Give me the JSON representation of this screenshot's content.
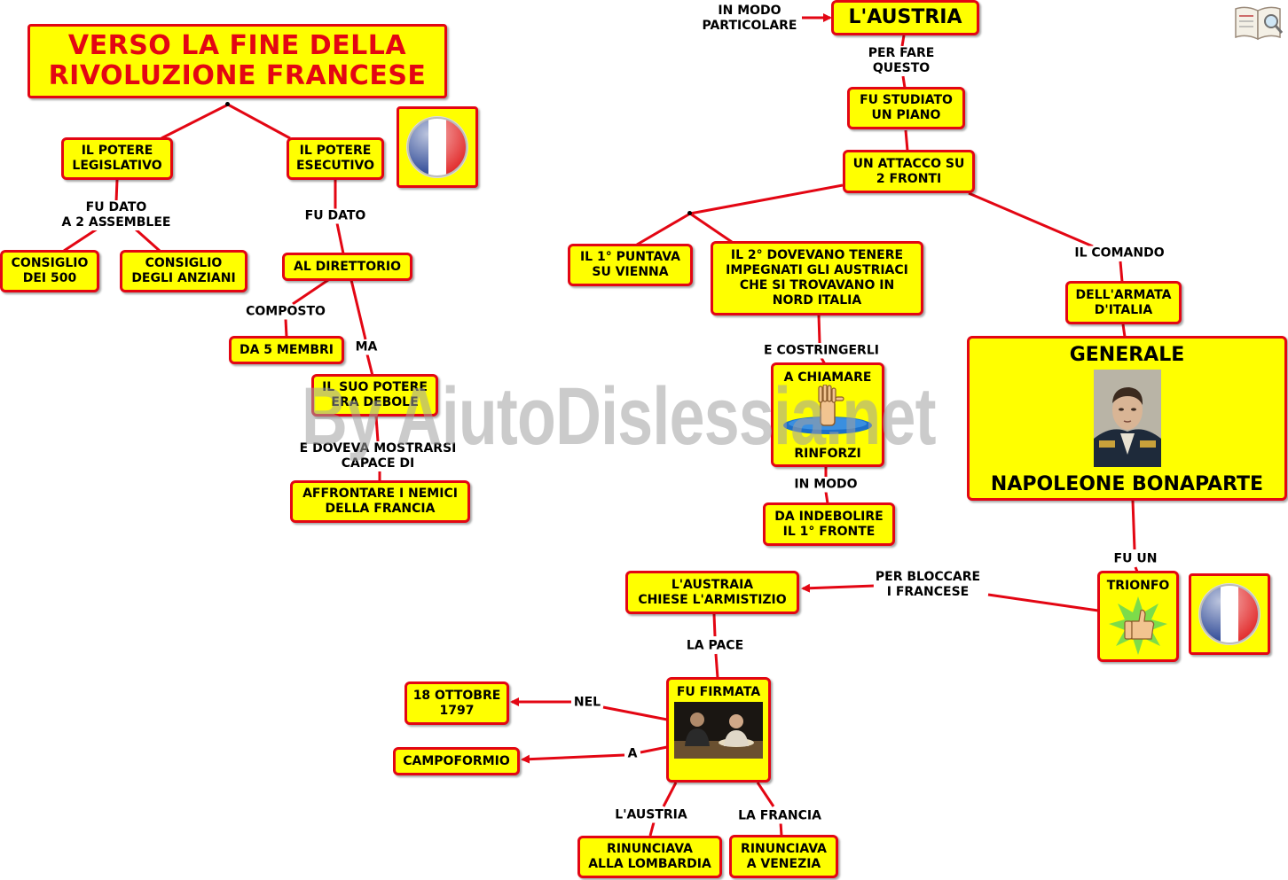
{
  "title": "VERSO LA FINE DELLA\nRIVOLUZIONE FRANCESE",
  "watermark": "By AiutoDislessia.net",
  "nodes": {
    "potere_legislativo": "IL POTERE\nLEGISLATIVO",
    "potere_esecutivo": "IL POTERE\nESECUTIVO",
    "consiglio_500": "CONSIGLIO\nDEI 500",
    "consiglio_anziani": "CONSIGLIO\nDEGLI ANZIANI",
    "direttorio": "AL DIRETTORIO",
    "cinque_membri": "DA 5 MEMBRI",
    "potere_debole": "IL SUO POTERE\nERA DEBOLE",
    "affrontare_nemici": "AFFRONTARE I NEMICI\nDELLA FRANCIA",
    "austria": "L'AUSTRIA",
    "studiato_piano": "FU STUDIATO\nUN PIANO",
    "attacco_due_fronti": "UN ATTACCO SU\n2 FRONTI",
    "puntava_vienna": "IL 1° PUNTAVA\nSU VIENNA",
    "secondo_fronte": "IL 2° DOVEVANO TENERE\nIMPEGNATI GLI AUSTRIACI\nCHE SI TROVAVANO IN\nNORD ITALIA",
    "chiamare_top": "A CHIAMARE",
    "chiamare_bottom": "RINFORZI",
    "indebolire": "DA INDEBOLIRE\nIL 1° FRONTE",
    "armata_italia": "DELL'ARMATA\nD'ITALIA",
    "generale_top": "GENERALE",
    "generale_bottom": "NAPOLEONE BONAPARTE",
    "trionfo": "TRIONFO",
    "armistizio": "L'AUSTRAIA\nCHIESE L'ARMISTIZIO",
    "fu_firmata": "FU FIRMATA",
    "data_ottobre": "18 OTTOBRE\n1797",
    "campoformio": "CAMPOFORMIO",
    "lombardia": "RINUNCIAVA\nALLA LOMBARDIA",
    "venezia": "RINUNCIAVA\nA VENEZIA"
  },
  "links": {
    "fu_dato_2_assemblee": "FU DATO\nA 2 ASSEMBLEE",
    "fu_dato": "FU DATO",
    "composto": "COMPOSTO",
    "ma": "MA",
    "doveva_mostrarsi": "E DOVEVA MOSTRARSI\nCAPACE DI",
    "in_modo_particolare": "IN MODO\nPARTICOLARE",
    "per_fare_questo": "PER FARE\nQUESTO",
    "il_comando": "IL COMANDO",
    "costringerli": "E COSTRINGERLI",
    "in_modo": "IN MODO",
    "fu_un": "FU UN",
    "per_bloccare": "PER BLOCCARE\nI FRANCESE",
    "la_pace": "LA PACE",
    "nel": "NEL",
    "a": "A",
    "l_austria": "L'AUSTRIA",
    "la_francia": "LA FRANCIA"
  },
  "icons": {
    "flag": "french-flag-button-icon",
    "hand": "drowning-hand-icon",
    "thumbs": "thumbs-up-icon",
    "portrait": "napoleon-portrait",
    "signing": "treaty-signing-photo",
    "book": "book-magnifier-icon"
  },
  "colors": {
    "node_fill": "#ffff00",
    "border": "#e30613",
    "title": "#e30613"
  }
}
